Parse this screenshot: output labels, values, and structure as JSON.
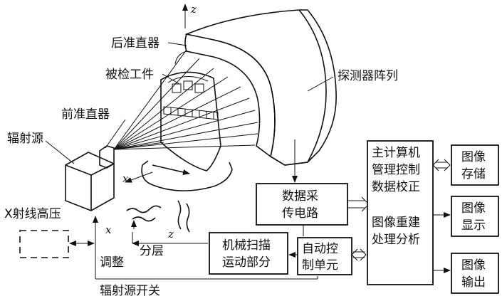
{
  "labels": {
    "rear_collimator": "后准直器",
    "inspected_workpiece": "被检工件",
    "detector_array": "探测器阵列",
    "front_collimator": "前准直器",
    "radiation_source": "辐射源",
    "xray_hv": "X射线高压",
    "adjust": "调整",
    "layering": "分层",
    "source_switch": "辐射源开关",
    "axis_z_top": "z",
    "axis_x_upper": "x",
    "axis_x_lower": "x",
    "axis_z_lower": "z"
  },
  "blocks": {
    "daq_line1": "数据采",
    "daq_line2": "传电路",
    "mech_line1": "机械扫描",
    "mech_line2": "运动部分",
    "auto_line1": "自动控",
    "auto_line2": "制单元",
    "main_line1": "主计算机",
    "main_line2": "管理控制",
    "main_line3": "数据校正",
    "main_line4": "图像重建",
    "main_line5": "处理分析",
    "store_line1": "图像",
    "store_line2": "存储",
    "display_line1": "图像",
    "display_line2": "显示",
    "output_line1": "图像",
    "output_line2": "输出"
  }
}
